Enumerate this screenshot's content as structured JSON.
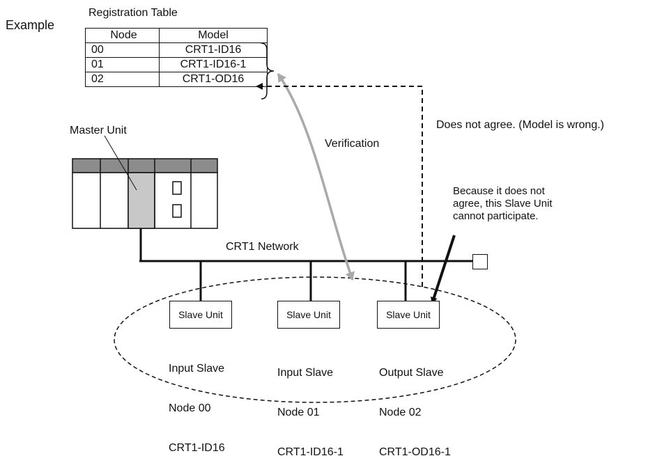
{
  "example_label": "Example",
  "table": {
    "title": "Registration Table",
    "headers": [
      "Node",
      "Model"
    ],
    "rows": [
      {
        "node": "00",
        "model": "CRT1-ID16"
      },
      {
        "node": "01",
        "model": "CRT1-ID16-1"
      },
      {
        "node": "02",
        "model": "CRT1-OD16"
      }
    ]
  },
  "labels": {
    "master_unit": "Master Unit",
    "verification": "Verification",
    "does_not_agree": "Does not agree. (Model is wrong.)",
    "because_line1": "Because it does not",
    "because_line2": "agree, this Slave Unit",
    "because_line3": "cannot participate.",
    "network": "CRT1 Network"
  },
  "slaves": [
    {
      "box_label": "Slave Unit",
      "type": "Input Slave",
      "node": "Node 00",
      "model": "CRT1-ID16"
    },
    {
      "box_label": "Slave Unit",
      "type": "Input Slave",
      "node": "Node 01",
      "model": "CRT1-ID16-1"
    },
    {
      "box_label": "Slave Unit",
      "type": "Output Slave",
      "node": "Node 02",
      "model": "CRT1-OD16-1"
    }
  ],
  "colors": {
    "verification_arrow": "#a9a9a9",
    "master_slot_fill": "#c8c8c8",
    "rack_header_fill": "#8c8c8c"
  }
}
